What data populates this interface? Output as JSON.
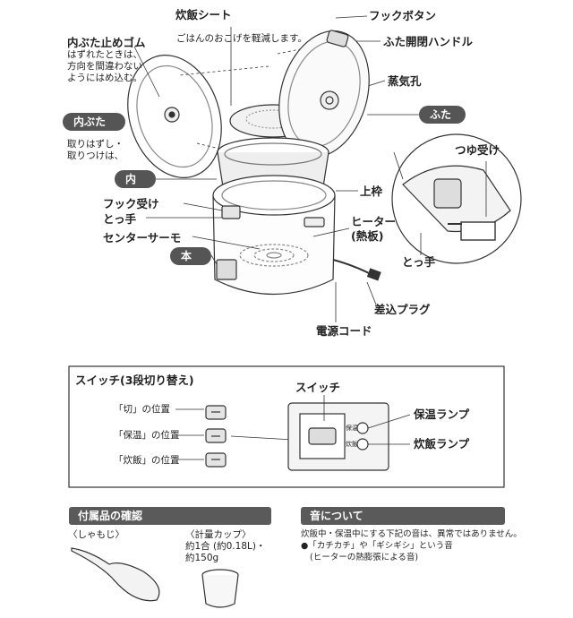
{
  "top": {
    "rice_sheet_label": "炊飯シート",
    "rice_sheet_note": "ごはんのおこげを軽減します。",
    "gasket_title": "内ぶた止めゴム",
    "gasket_note": [
      "はずれたときは、",
      "方向を間違わない",
      "ようにはめ込む。"
    ],
    "inner_lid_badge": "内ぶた",
    "inner_lid_note": [
      "取りはずし・",
      "取りつけは、"
    ],
    "inner_pot_badge": "内なべ",
    "hook_receiver": "フック受け",
    "handle_left": "とっ手",
    "center_thermo": "センターサーモ",
    "body_badge": "本体",
    "hook_button": "フックボタン",
    "lid_handle": "ふた開閉ハンドル",
    "steam_vent": "蒸気孔",
    "lid_badge": "ふた",
    "dew_receiver": "つゆ受け",
    "upper_frame": "上枠",
    "heater": [
      "ヒーター",
      "(熱板)"
    ],
    "handle_right": "とっ手",
    "plug": "差込プラグ",
    "power_cord": "電源コード"
  },
  "switch_box": {
    "title": "スイッチ(3段切り替え)",
    "positions": [
      "「切」の位置",
      "「保温」の位置",
      "「炊飯」の位置"
    ],
    "switch_label": "スイッチ",
    "panel_small": [
      "保温",
      "炊飯"
    ],
    "keep_warm_lamp": "保温ランプ",
    "cook_lamp": "炊飯ランプ"
  },
  "accessories": {
    "header": "付属品の確認",
    "paddle": "〈しゃもじ〉",
    "cup_title": "〈計量カップ〉",
    "cup_spec": [
      "約1合 (約0.18L)・",
      "約150g"
    ]
  },
  "sound": {
    "header": "音について",
    "line1": "炊飯中・保温中にする下記の音は、異常ではありません。",
    "line2": "●「カチカチ」や「ギシギシ」という音",
    "line3": "(ヒーターの熱膨張による音)"
  }
}
